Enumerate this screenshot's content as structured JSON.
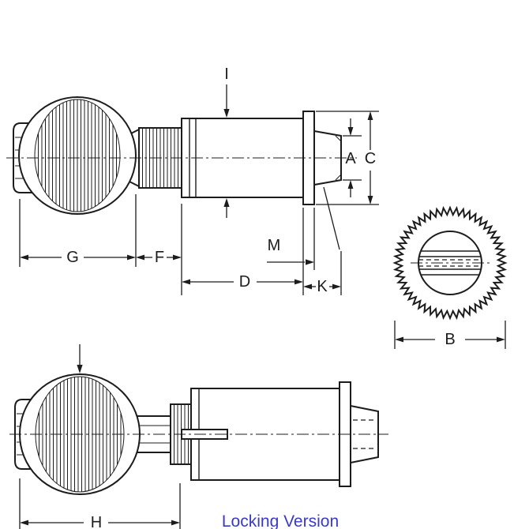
{
  "drawing": {
    "dim_labels": {
      "I": "I",
      "A": "A",
      "C": "C",
      "G": "G",
      "F": "F",
      "M": "M",
      "D": "D",
      "K": "K",
      "B": "B",
      "H": "H"
    },
    "caption": "Locking Version"
  },
  "colors": {
    "line": "#1c1c1c",
    "caption": "#3a3ac8",
    "background": "#ffffff"
  }
}
